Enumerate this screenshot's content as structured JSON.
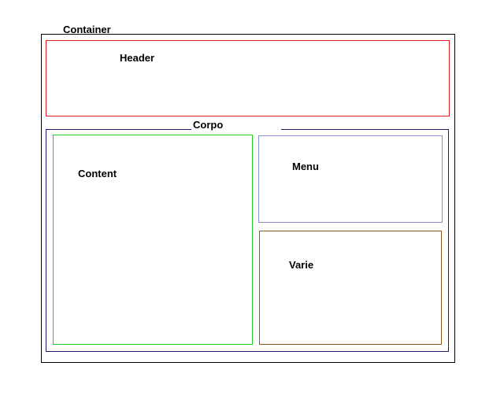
{
  "diagram": {
    "container": {
      "label": "Container",
      "border_color": "#000000"
    },
    "header": {
      "label": "Header",
      "border_color": "#e0191c"
    },
    "corpo": {
      "label": "Corpo",
      "border_color": "#1a1a6e"
    },
    "content": {
      "label": "Content",
      "border_color": "#22cc22"
    },
    "menu": {
      "label": "Menu",
      "border_color": "#8f8fd8"
    },
    "varie": {
      "label": "Varie",
      "border_color": "#8a5a1e"
    }
  }
}
